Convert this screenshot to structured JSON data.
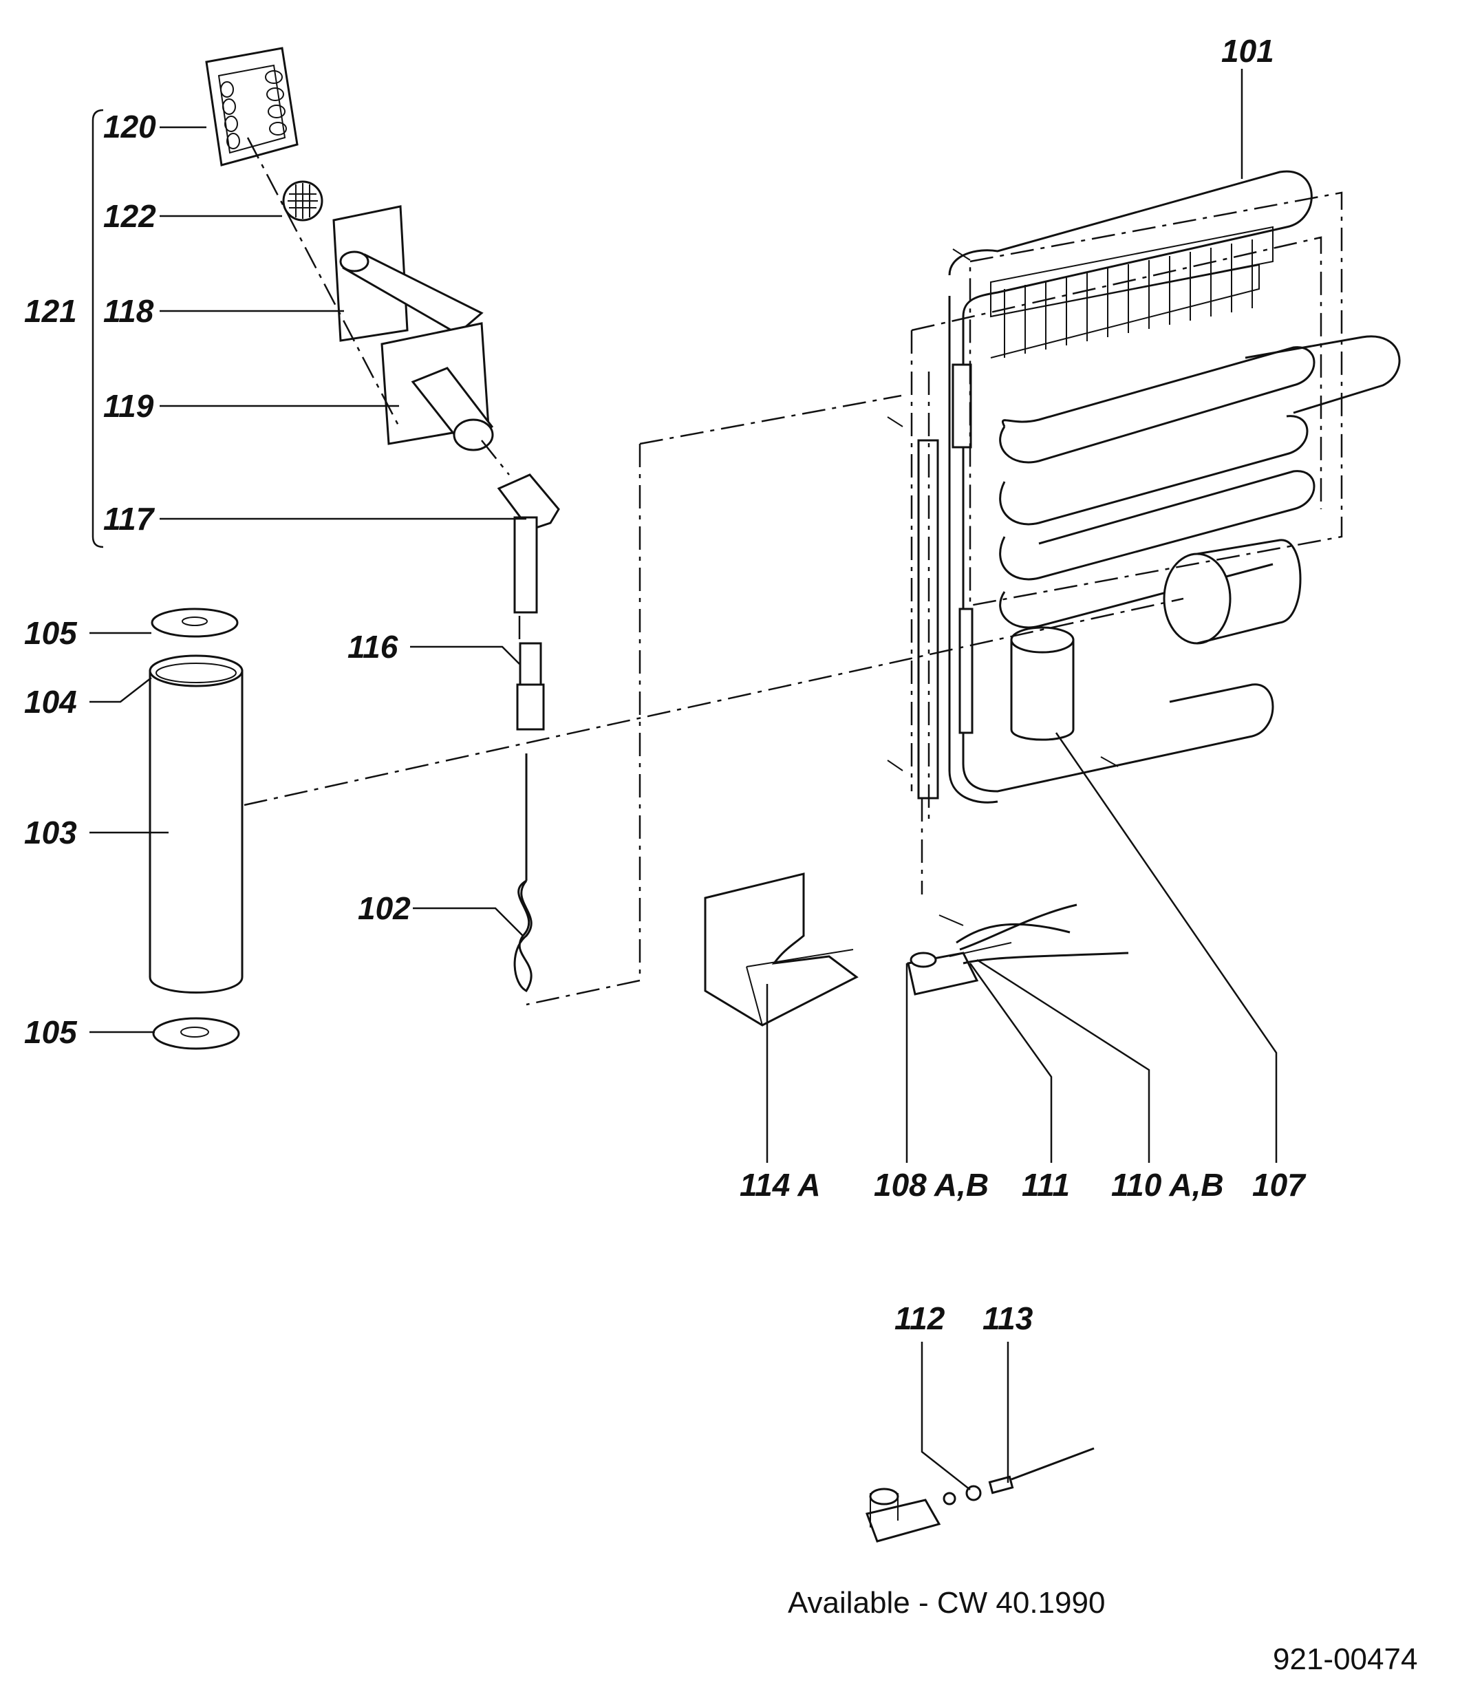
{
  "labels": {
    "p101": "101",
    "p102": "102",
    "p103": "103",
    "p104": "104",
    "p105_top": "105",
    "p105_bottom": "105",
    "p107": "107",
    "p108": "108 A,B",
    "p110": "110 A,B",
    "p111": "111",
    "p112": "112",
    "p113": "113",
    "p114": "114 A",
    "p116": "116",
    "p117": "117",
    "p118": "118",
    "p119": "119",
    "p120": "120",
    "p121": "121",
    "p122": "122"
  },
  "availability_note": "Available - CW 40.1990",
  "drawing_number": "921-00474"
}
